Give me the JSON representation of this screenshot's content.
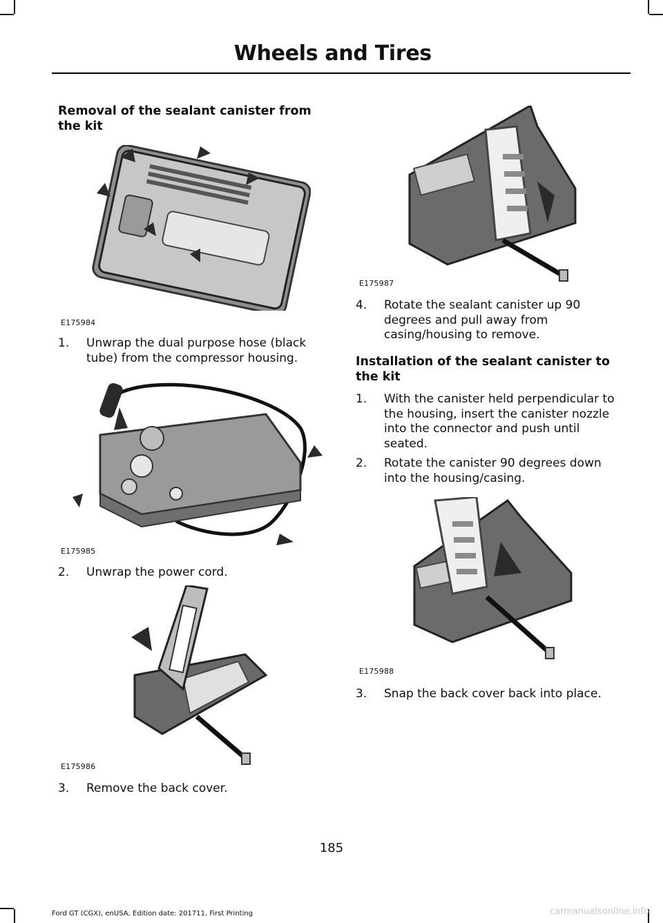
{
  "page": {
    "title": "Wheels and Tires",
    "page_number": "185",
    "footer": "Ford GT (CGX), enUSA, Edition date: 201711, First Printing",
    "watermark": "carmanualsonline.info"
  },
  "left_column": {
    "heading": "Removal of the sealant canister from the kit",
    "figures": [
      "E175984",
      "E175985",
      "E175986"
    ],
    "steps": [
      {
        "num": "1.",
        "text": "Unwrap the dual purpose hose (black tube) from the compressor housing."
      },
      {
        "num": "2.",
        "text": "Unwrap the power cord."
      },
      {
        "num": "3.",
        "text": "Remove the back cover."
      }
    ]
  },
  "right_column": {
    "figures": [
      "E175987",
      "E175988"
    ],
    "step4": {
      "num": "4.",
      "text": "Rotate the sealant canister up 90 degrees and pull away from casing/housing to remove."
    },
    "install_heading": "Installation of the sealant canister to the kit",
    "install_steps": [
      {
        "num": "1.",
        "text": "With the canister held perpendicular to the housing, insert the canister nozzle into the connector and push until seated."
      },
      {
        "num": "2.",
        "text": "Rotate the canister 90 degrees down into the housing/casing."
      },
      {
        "num": "3.",
        "text": "Snap the back cover back into place."
      }
    ]
  }
}
